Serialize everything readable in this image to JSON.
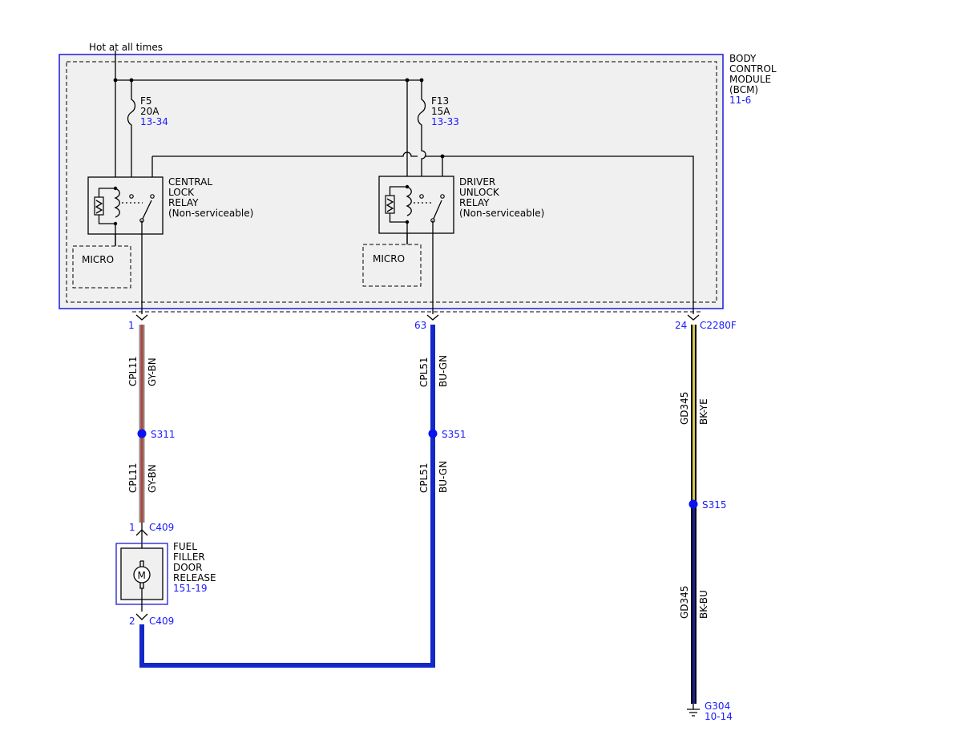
{
  "supply_label": "Hot at all times",
  "bcm": {
    "lines": [
      "BODY",
      "CONTROL",
      "MODULE",
      "(BCM)"
    ],
    "ref": "11-6"
  },
  "fuses": [
    {
      "name": "F5",
      "rating": "20A",
      "ref": "13-34"
    },
    {
      "name": "F13",
      "rating": "15A",
      "ref": "13-33"
    }
  ],
  "relays": [
    {
      "lines": [
        "CENTRAL",
        "LOCK",
        "RELAY",
        "(Non-serviceable)"
      ]
    },
    {
      "lines": [
        "DRIVER",
        "UNLOCK",
        "RELAY",
        "(Non-serviceable)"
      ]
    }
  ],
  "micro_labels": [
    "MICRO",
    "MICRO"
  ],
  "bcm_connector": {
    "name": "C2280F",
    "pins": [
      "1",
      "63",
      "24"
    ]
  },
  "wires": [
    {
      "circuit": "CPL11",
      "color": "GY-BN"
    },
    {
      "circuit": "CPL11",
      "color": "GY-BN"
    },
    {
      "circuit": "CPL51",
      "color": "BU-GN"
    },
    {
      "circuit": "CPL51",
      "color": "BU-GN"
    },
    {
      "circuit": "GD345",
      "color": "BK-YE"
    },
    {
      "circuit": "GD345",
      "color": "BK-BU"
    }
  ],
  "splices": [
    "S311",
    "S351",
    "S315"
  ],
  "fuel_connector": {
    "name": "C409",
    "pins": [
      "1",
      "2"
    ]
  },
  "fuel_door": {
    "lines": [
      "FUEL",
      "FILLER",
      "DOOR",
      "RELEASE"
    ],
    "ref": "151-19",
    "motor_symbol": "M"
  },
  "ground": {
    "name": "G304",
    "ref": "10-14"
  },
  "colors": {
    "reference_blue": "#1a1aff",
    "module_fill": "#f0f0f0",
    "module_border": "#1a1adc",
    "splice_dot": "#0a14f0",
    "wire_gy_bn_gray": "#8c8c8c",
    "wire_gy_bn_brown": "#b4463c",
    "wire_bu_gn": "#1428c8",
    "wire_bk_ye_black": "#000000",
    "wire_bk_ye_yellow": "#d2c850",
    "wire_bk_bu_black": "#000000",
    "wire_bk_bu_blue": "#1e1e96"
  }
}
